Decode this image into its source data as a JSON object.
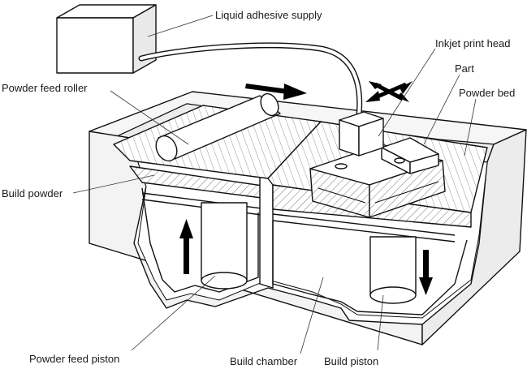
{
  "labels": {
    "liquid_adhesive_supply": "Liquid adhesive supply",
    "inkjet_print_head": "Inkjet print head",
    "part": "Part",
    "powder_bed": "Powder bed",
    "powder_feed_roller": "Powder feed roller",
    "build_powder": "Build powder",
    "powder_feed_piston": "Powder feed piston",
    "build_chamber": "Build chamber",
    "build_piston": "Build piston"
  }
}
